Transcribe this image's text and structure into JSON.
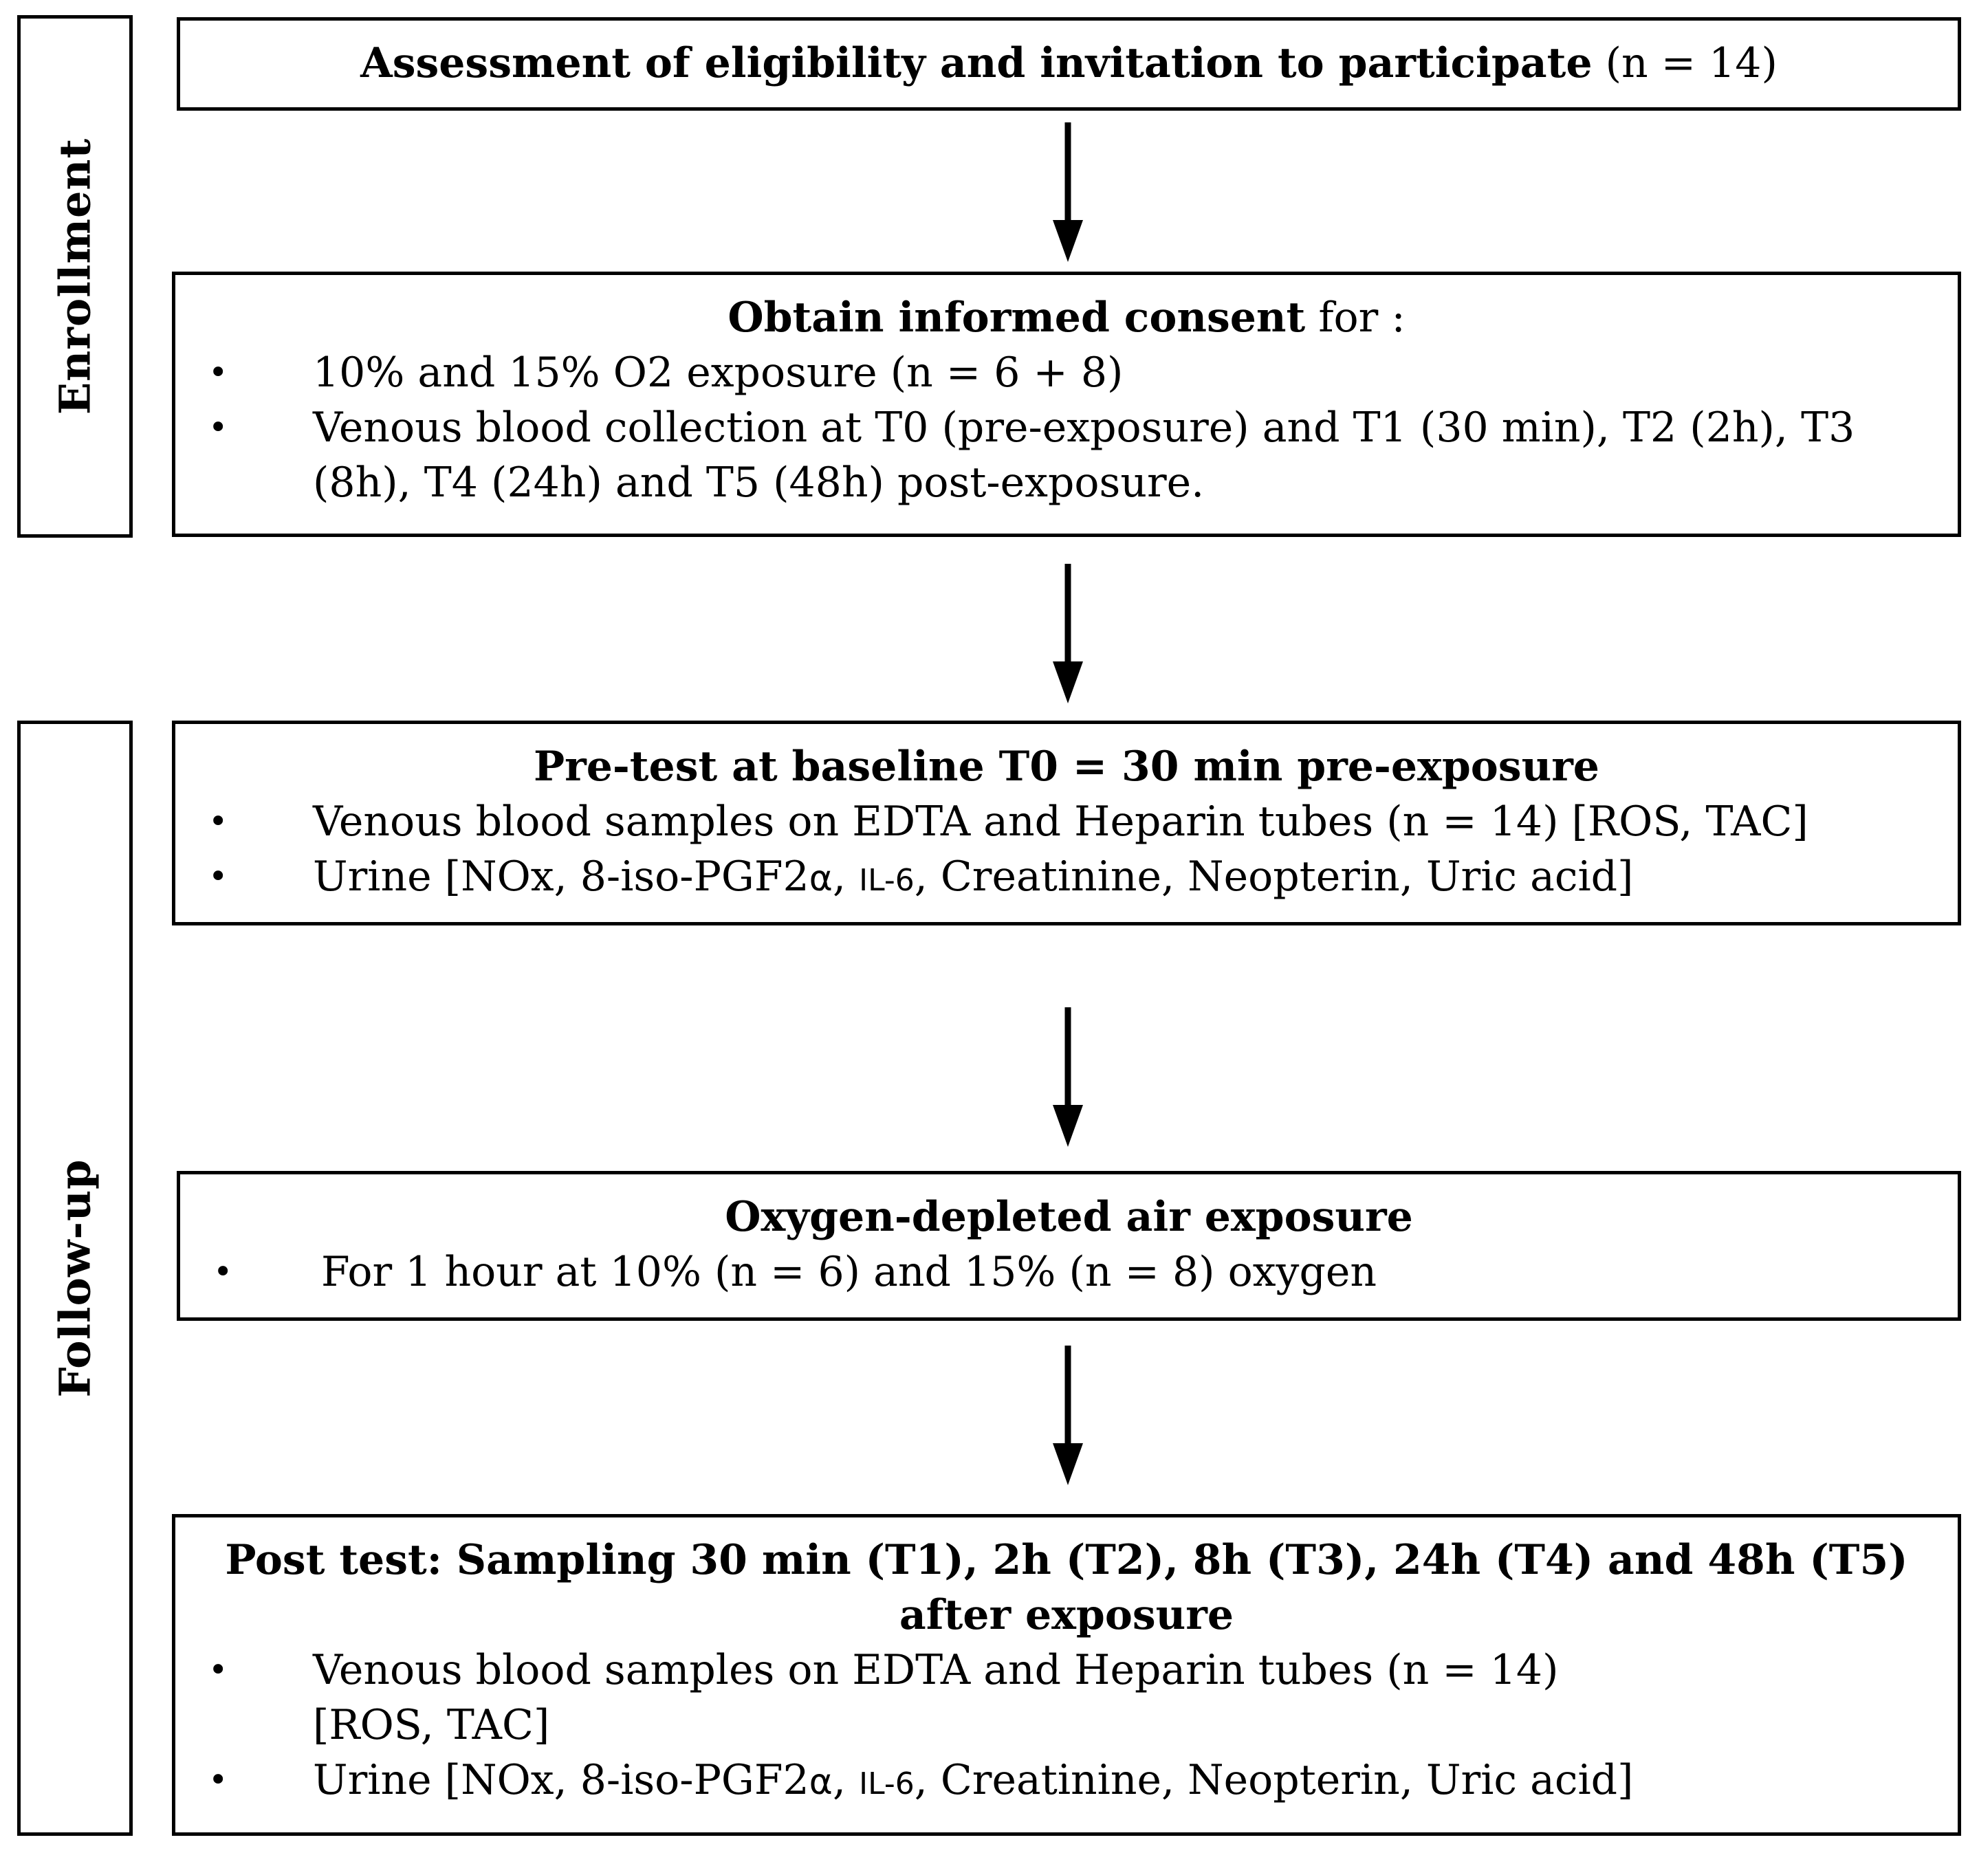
{
  "sections": {
    "enrollment": "Enrollment",
    "follow_up": "Follow-up"
  },
  "boxes": {
    "assessment": {
      "title_bold": "Assessment of eligibility and invitation to participate",
      "title_plain": " (n = 14)"
    },
    "consent": {
      "title_bold": "Obtain informed consent",
      "title_plain": " for :",
      "bullets": [
        "10% and 15% O2 exposure (n = 6 + 8)",
        "Venous blood collection at T0 (pre-exposure) and T1 (30 min), T2 (2h), T3 (8h), T4 (24h) and T5 (48h) post-exposure."
      ]
    },
    "pretest": {
      "title_bold": "Pre-test at baseline T0 = 30 min pre-exposure",
      "bullets": [
        "Venous blood samples on EDTA and Heparin tubes (n = 14) [ROS, TAC]"
      ],
      "urine": {
        "a": "Urine [NOx, 8-iso-PGF2",
        "alpha": "α",
        "b": ", ",
        "il6": "IL-6",
        "c": ", Creatinine, Neopterin, Uric acid]"
      }
    },
    "exposure": {
      "title_bold": "Oxygen-depleted air exposure",
      "bullets": [
        "For 1 hour at 10% (n = 6) and 15% (n = 8) oxygen"
      ]
    },
    "posttest": {
      "title_bold_line1": "Post test: Sampling 30 min (T1), 2h (T2), 8h (T3), 24h (T4) and 48h (T5)",
      "title_bold_line2": "after exposure",
      "bullets": [
        "Venous blood samples on EDTA and Heparin tubes (n = 14) [ROS, TAC]"
      ],
      "urine": {
        "a": "Urine [NOx, 8-iso-PGF2",
        "alpha": "α",
        "b": ", ",
        "il6": "IL-6",
        "c": ", Creatinine, Neopterin, Uric acid]"
      }
    }
  },
  "bullet_glyph": "•"
}
